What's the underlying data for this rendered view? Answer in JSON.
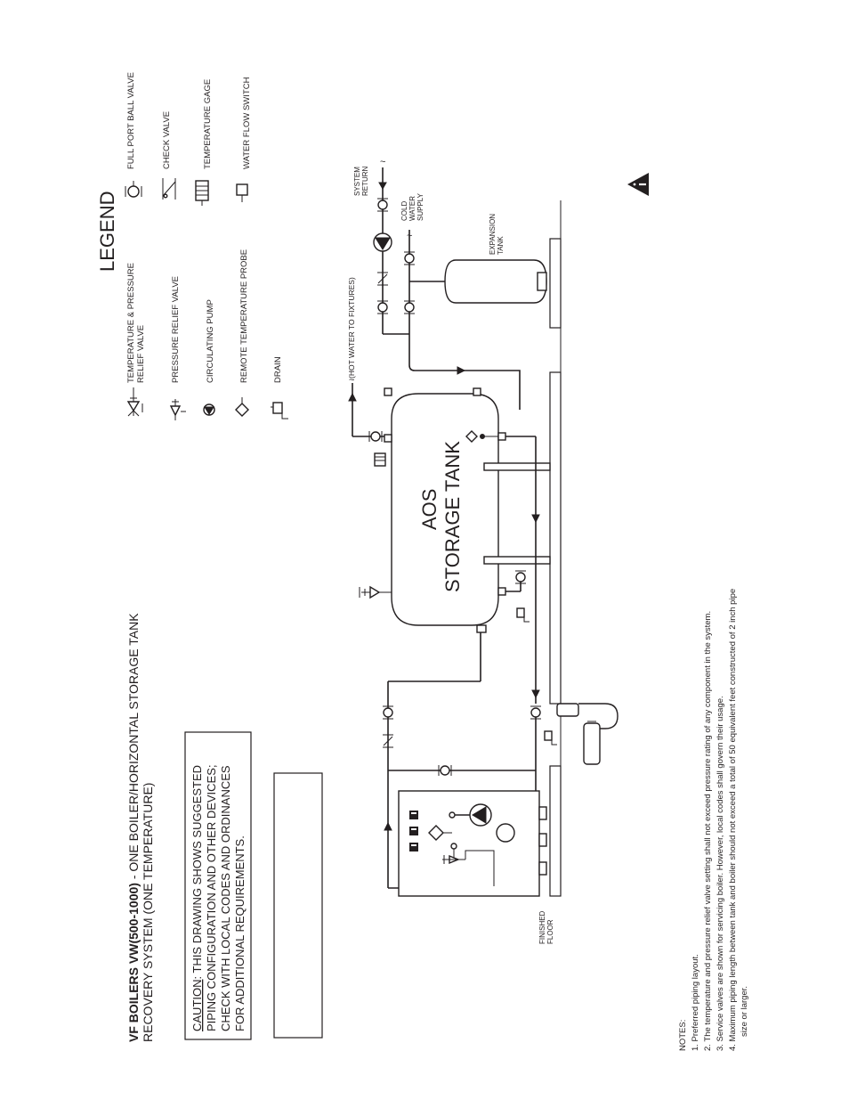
{
  "title": {
    "bold": "VF BOILERS VW(500-1000)",
    "rest": " - ONE BOILER/HORIZONTAL STORAGE TANK",
    "line2": "RECOVERY SYSTEM (ONE TEMPERATURE)"
  },
  "caution": {
    "label": "CAUTION",
    "line1": ": THIS DRAWING SHOWS SUGGESTED",
    "line2": "PIPING CONFIGURATION AND OTHER DEVICES;",
    "line3": "CHECK WITH LOCAL CODES AND ORDINANCES",
    "line4": "FOR ADDITIONAL REQUIREMENTS."
  },
  "legend": {
    "title": "LEGEND",
    "items": {
      "tp_relief_1": "TEMPERATURE & PRESSURE",
      "tp_relief_2": "RELIEF VALVE",
      "pressure_relief": "PRESSURE RELIEF VALVE",
      "circulating_pump": "CIRCULATING PUMP",
      "remote_probe": "REMOTE TEMPERATURE PROBE",
      "drain": "DRAIN",
      "ball_valve": "FULL PORT BALL VALVE",
      "check_valve": "CHECK VALVE",
      "temp_gage": "TEMPERATURE GAGE",
      "flow_switch": "WATER FLOW SWITCH"
    }
  },
  "labels": {
    "system_return_1": "SYSTEM",
    "system_return_2": "RETURN",
    "cold_water_1": "COLD",
    "cold_water_2": "WATER",
    "cold_water_3": "SUPPLY",
    "expansion_1": "EXPANSION",
    "expansion_2": "TANK",
    "hot_water": "(HOT WATER TO FIXTURES)",
    "tank_1": "AOS",
    "tank_2": "STORAGE TANK",
    "floor_1": "FINISHED",
    "floor_2": "FLOOR"
  },
  "notes": {
    "heading": "NOTES:",
    "n1": "1.  Preferred piping layout.",
    "n2": "2.  The temperature and pressure relief valve setting shall not exceed pressure rating of any component in the system.",
    "n3": "3.  Service valves are shown for servicing boiler. However, local codes shall govern their usage.",
    "n4a": "4.  Maximum piping length between tank and boiler should not exceed a total of 50 equivalent feet constructed of 2 inch pipe",
    "n4b": "size or larger."
  },
  "warning_icon": "warning-triangle-icon"
}
